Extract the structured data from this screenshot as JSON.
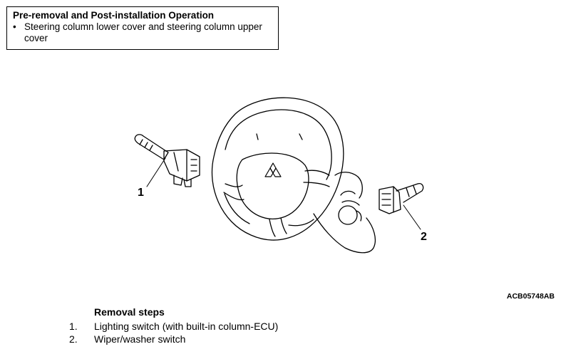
{
  "notice": {
    "title": "Pre-removal and Post-installation Operation",
    "items": [
      "Steering column lower cover and steering column upper cover"
    ]
  },
  "figure": {
    "callouts": [
      "1",
      "2"
    ],
    "code": "ACB05748AB"
  },
  "removal": {
    "title": "Removal steps",
    "steps": [
      {
        "num": "1.",
        "text": "Lighting switch (with built-in column-ECU)"
      },
      {
        "num": "2.",
        "text": "Wiper/washer switch"
      }
    ]
  }
}
